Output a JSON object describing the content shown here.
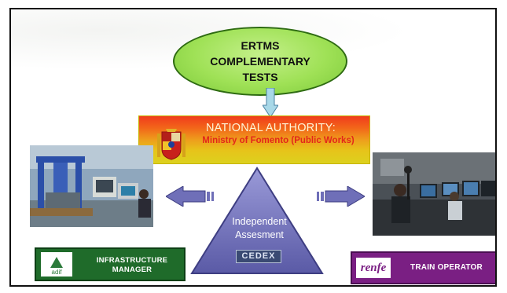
{
  "ellipse": {
    "line1": "ERTMS",
    "line2": "COMPLEMENTARY",
    "line3": "TESTS"
  },
  "authority": {
    "title": "NATIONAL AUTHORITY:",
    "subtitle": "Ministry of Fomento (Public Works)"
  },
  "center": {
    "line1": "Independent",
    "line2": "Assesment",
    "badge": "CEDEX"
  },
  "left_org": {
    "logo_text": "adif",
    "label_line1": "INFRASTRUCTURE",
    "label_line2": "MANAGER"
  },
  "right_org": {
    "logo_text": "renfe",
    "label": "TRAIN OPERATOR"
  },
  "colors": {
    "ellipse": "#9fe156",
    "triangle": "#6f6fb8",
    "adif": "#1f6b2a",
    "renfe": "#7a1f83",
    "arrows": "#6f6fb8"
  }
}
